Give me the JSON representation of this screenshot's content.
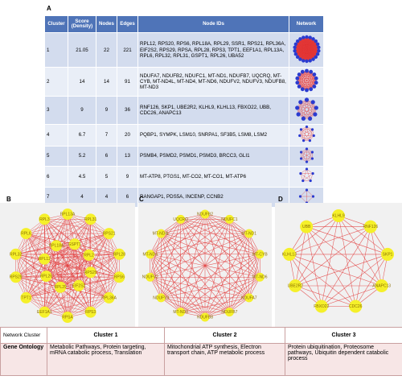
{
  "panels": {
    "a": "A",
    "b": "B",
    "c": "C",
    "d": "D"
  },
  "table": {
    "headers": {
      "cluster": "Cluster",
      "score": "Score (Density)",
      "nodes": "Nodes",
      "edges": "Edges",
      "node_ids": "Node IDs",
      "network": "Network"
    },
    "rows": [
      {
        "cluster": "1",
        "score": "21.05",
        "nodes": "22",
        "edges": "221",
        "node_ids": "RPL12, RPS20, RPS6, RPL18A, RPL29, SSR1, RPS21, RPL36A, EIF2S2, RPS29, RPSA, RPL28, RPS3, TPT1, EEF1A1, RPL13A, RPL6, RPL32, RPL31, GSPT1, RPL26, UBA52"
      },
      {
        "cluster": "2",
        "score": "14",
        "nodes": "14",
        "edges": "91",
        "node_ids": "NDUFA7, NDUFB2, NDUFC1, MT-ND1, NDUFB7, UQCRQ, MT-CYB, MT-ND4L, MT-ND4, MT-ND6, NDUFV2, NDUFV3, NDUFB8, MT-ND3"
      },
      {
        "cluster": "3",
        "score": "9",
        "nodes": "9",
        "edges": "36",
        "node_ids": "RNF126, SKP1, UBE2R2, KLHL9, KLHL13, FBXO22, UBB, CDC26, ANAPC13"
      },
      {
        "cluster": "4",
        "score": "6.7",
        "nodes": "7",
        "edges": "20",
        "node_ids": "PQBP1, SYMPK, LSM10, SNRPA1, SF3B5, LSM8, LSM2"
      },
      {
        "cluster": "5",
        "score": "5.2",
        "nodes": "6",
        "edges": "13",
        "node_ids": "PSMB4, PSMD2, PSMD1, PSMD3, BRCC3, GLI1"
      },
      {
        "cluster": "6",
        "score": "4.5",
        "nodes": "5",
        "edges": "9",
        "node_ids": "MT-ATP8, PTGS1, MT-CO2, MT-CO1, MT-ATP6"
      },
      {
        "cluster": "7",
        "score": "4",
        "nodes": "4",
        "edges": "6",
        "node_ids": "RANGAP1, PDS5A, INCENP, CCNB2"
      }
    ]
  },
  "networks": {
    "b": [
      "RPL13A",
      "RPL31",
      "RPS21",
      "RPL28",
      "RPS6",
      "RPL36A",
      "RPS3",
      "RPSA",
      "EEF1A1",
      "TPT1",
      "RPS29",
      "RPL32",
      "RPL6",
      "RPL3",
      "GSPT1",
      "RPL2",
      "RPS20",
      "EIF2S2",
      "RPL29",
      "RPL26",
      "RPL12",
      "RPL18A"
    ],
    "c": [
      "NDUFB2",
      "NDUFC1",
      "MT-ND1",
      "MT-CYB",
      "MT-ND6",
      "NDUFA7",
      "NDUFB7",
      "NDUFB8",
      "MT-ND3",
      "NDUFV3",
      "NDUFV2",
      "MT-ND4",
      "MT-ND4L",
      "UQCRQ"
    ],
    "d": [
      "KLHL9",
      "RNF126",
      "SKP1",
      "ANAPC13",
      "CDC26",
      "FBXO22",
      "UBE2R2",
      "KLHL13",
      "UBB"
    ]
  },
  "go_table": {
    "row_header_1": "Network Cluster",
    "col1": "Cluster 1",
    "col2": "Cluster 2",
    "col3": "Cluster 3",
    "row_header_2": "Gene Ontology",
    "go1": "Metabolic Pathways, Protein targeting, mRNA catabolic process, Translation",
    "go2": "Mitochondrial ATP synthesis, Electron transport chain, ATP metabolic process",
    "go3": "Protein ubiquitination, Proteosome pathways, Ubiquitin dependent catabolic process"
  },
  "colors": {
    "header_blue": "#4f74b8",
    "node_yellow": "#f5f02a",
    "edge_red": "#e23a3a",
    "mini_node_blue": "#2a3bd0"
  }
}
